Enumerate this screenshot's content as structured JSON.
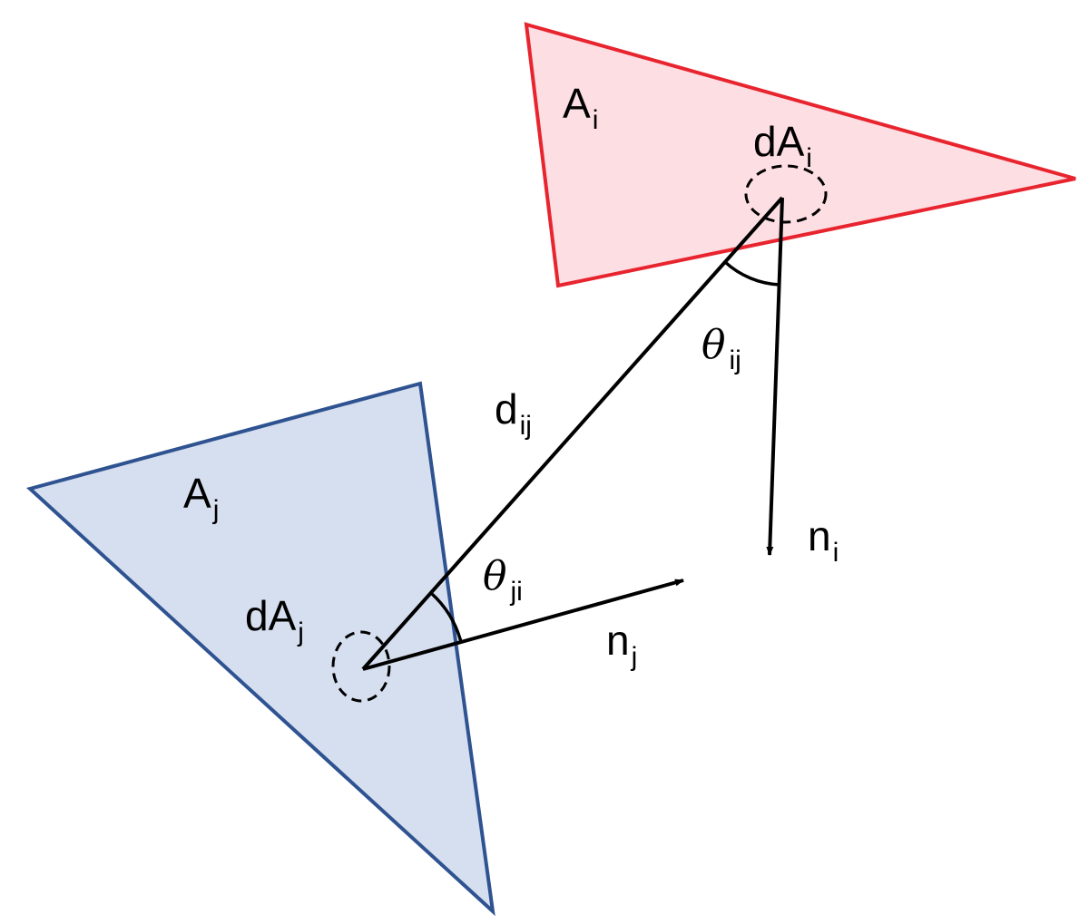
{
  "colors": {
    "surface_i_fill": "#fddfe3",
    "surface_i_stroke": "#e8242f",
    "surface_j_fill": "#d6dff0",
    "surface_j_stroke": "#2f5391",
    "line": "#000000"
  },
  "labels": {
    "area_i": {
      "base": "A",
      "sub": "i"
    },
    "area_j": {
      "base": "A",
      "sub": "j"
    },
    "diff_area_i": {
      "base": "dA",
      "sub": "i"
    },
    "diff_area_j": {
      "base": "dA",
      "sub": "j"
    },
    "distance": {
      "base": "d",
      "sub": "ij"
    },
    "angle_ij": {
      "base": "θ",
      "sub": "ij"
    },
    "angle_ji": {
      "base": "θ",
      "sub": "ji"
    },
    "normal_i": {
      "base": "n",
      "sub": "i"
    },
    "normal_j": {
      "base": "n",
      "sub": "j"
    }
  }
}
